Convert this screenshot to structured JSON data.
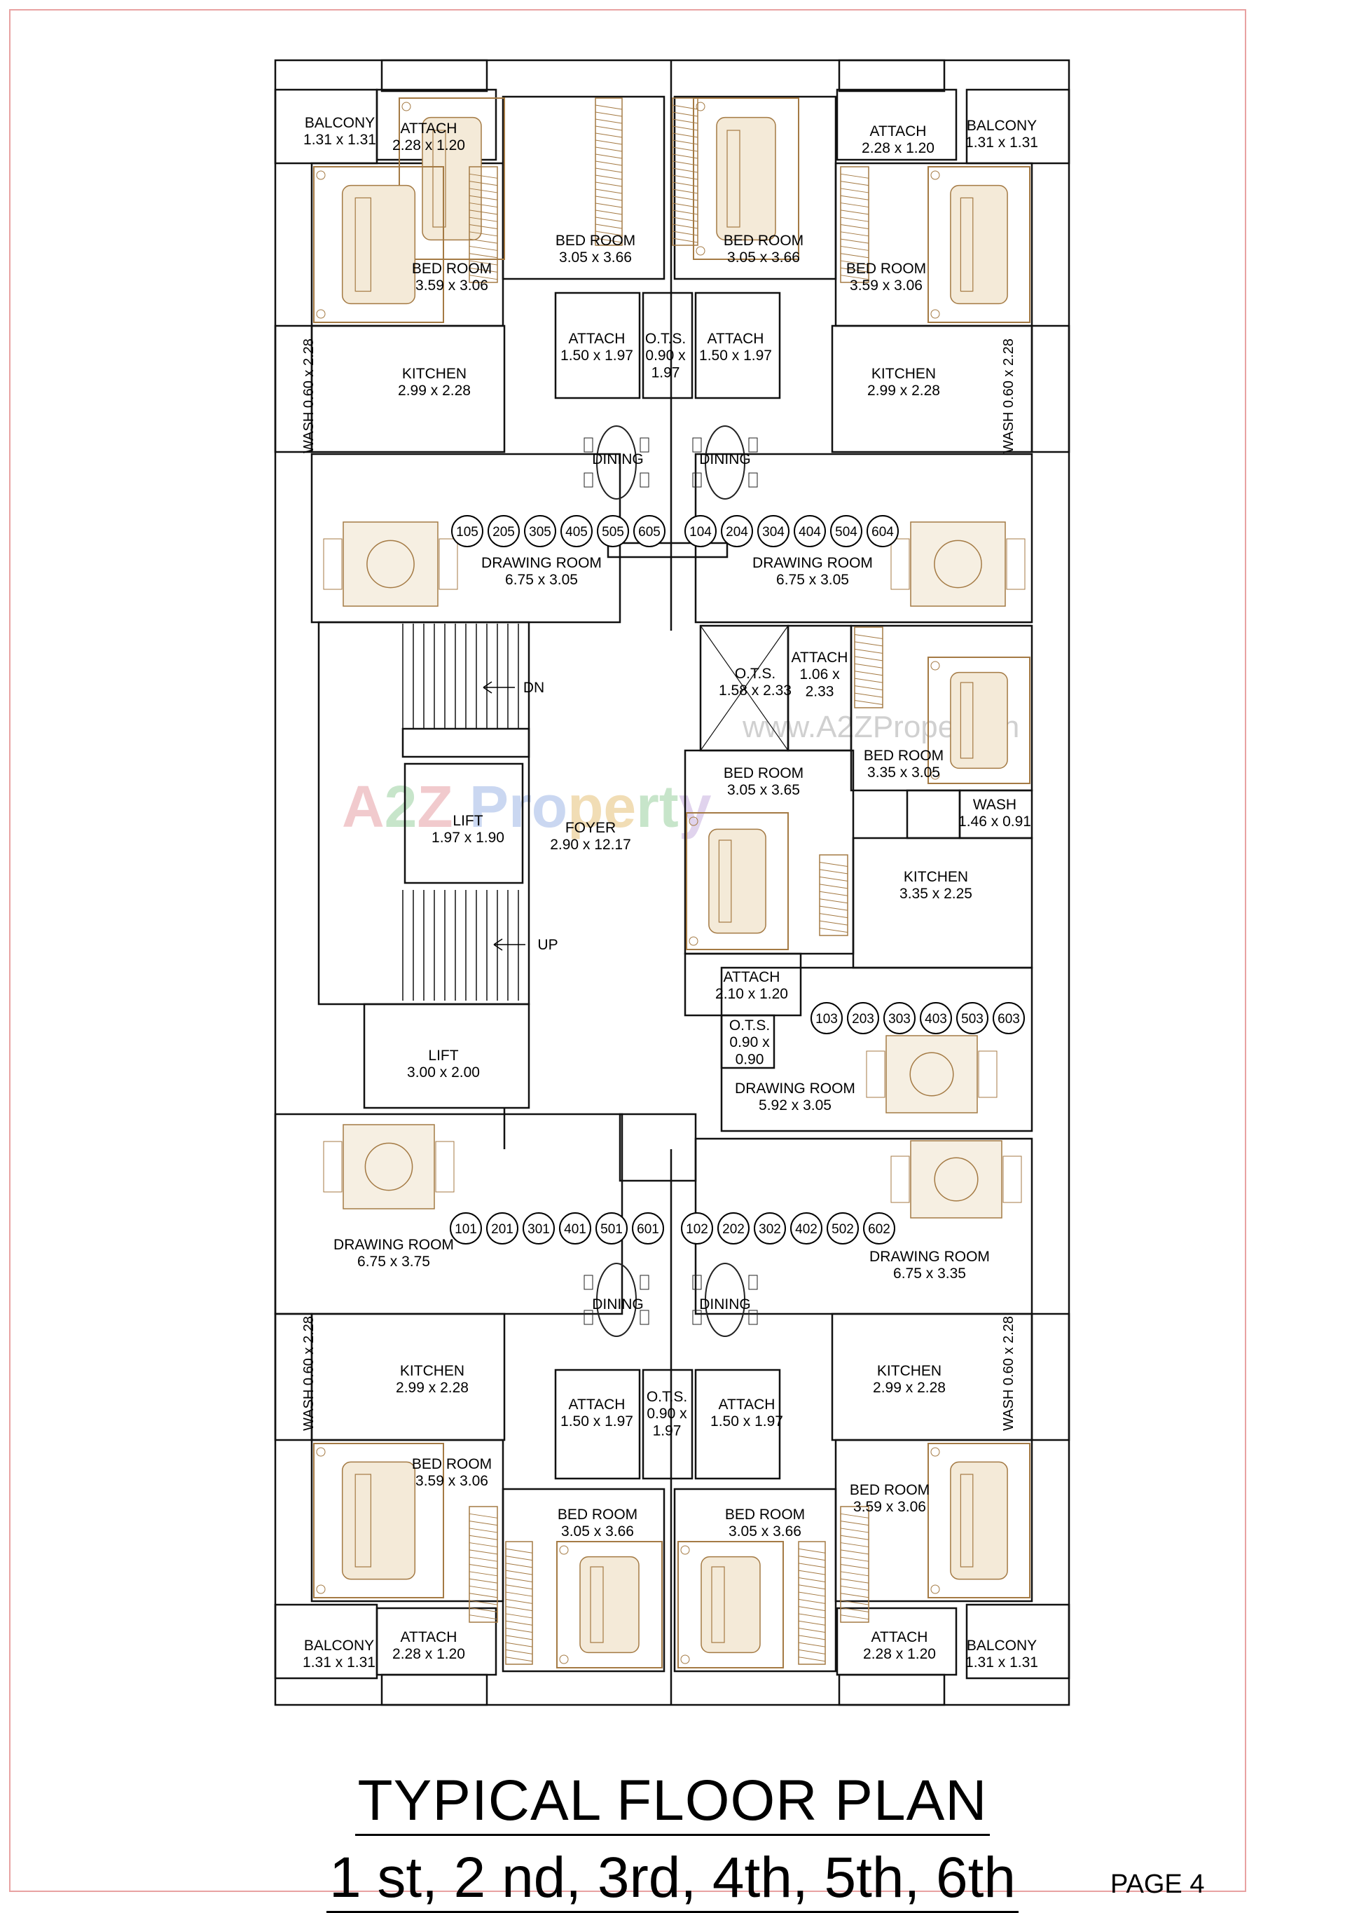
{
  "watermark": {
    "logo": "A2Z Property",
    "url": "www.A2ZProperty.in"
  },
  "rooms": {
    "balcony_tl": [
      "BALCONY",
      "1.31 x 1.31"
    ],
    "attach_tl": [
      "ATTACH",
      "2.28 x 1.20"
    ],
    "bed_tl_inner": [
      "BED ROOM",
      "3.05 x 3.66"
    ],
    "bed_tr_inner": [
      "BED ROOM",
      "3.05 x 3.66"
    ],
    "attach_tr": [
      "ATTACH",
      "2.28 x 1.20"
    ],
    "balcony_tr": [
      "BALCONY",
      "1.31 x 1.31"
    ],
    "bed_tl": [
      "BED ROOM",
      "3.59 x 3.06"
    ],
    "bed_tr": [
      "BED ROOM",
      "3.59 x 3.06"
    ],
    "attach_tml": [
      "ATTACH",
      "1.50 x 1.97"
    ],
    "ots_top": [
      "O.T.S.",
      "0.90 x",
      "1.97"
    ],
    "attach_tmr": [
      "ATTACH",
      "1.50 x 1.97"
    ],
    "wash_tl": "WASH 0.60 x 2.28",
    "kitchen_tl": [
      "KITCHEN",
      "2.99 x 2.28"
    ],
    "kitchen_tr": [
      "KITCHEN",
      "2.99 x 2.28"
    ],
    "wash_tr": "WASH 0.60 x 2.28",
    "dining_tl": "DINING",
    "dining_tr": "DINING",
    "drawing_tl": [
      "DRAWING ROOM",
      "6.75 x 3.05"
    ],
    "drawing_tr": [
      "DRAWING ROOM",
      "6.75 x 3.05"
    ],
    "dn": "DN",
    "up": "UP",
    "ots_mid": [
      "O.T.S.",
      "1.58 x 2.33"
    ],
    "attach_mid": [
      "ATTACH",
      "1.06 x",
      "2.33"
    ],
    "bed_mr": [
      "BED ROOM",
      "3.35 x 3.05"
    ],
    "lift_small": [
      "LIFT",
      "1.97 x 1.90"
    ],
    "foyer": [
      "FOYER",
      "2.90 x 12.17"
    ],
    "bed_mc": [
      "BED ROOM",
      "3.05 x 3.65"
    ],
    "wash_mr": [
      "WASH",
      "1.46 x 0.91"
    ],
    "kitchen_mr": [
      "KITCHEN",
      "3.35 x 2.25"
    ],
    "attach_mc": [
      "ATTACH",
      "2.10 x 1.20"
    ],
    "ots_small": [
      "O.T.S.",
      "0.90 x",
      "0.90"
    ],
    "lift_big": [
      "LIFT",
      "3.00 x 2.00"
    ],
    "drawing_mr": [
      "DRAWING ROOM",
      "5.92 x 3.05"
    ],
    "drawing_bl": [
      "DRAWING ROOM",
      "6.75 x 3.75"
    ],
    "drawing_br": [
      "DRAWING ROOM",
      "6.75 x 3.35"
    ],
    "dining_bl": "DINING",
    "dining_br": "DINING",
    "wash_bl": "WASH 0.60 x 2.28",
    "kitchen_bl": [
      "KITCHEN",
      "2.99 x 2.28"
    ],
    "kitchen_br": [
      "KITCHEN",
      "2.99 x 2.28"
    ],
    "wash_br": "WASH 0.60 x 2.28",
    "attach_bml": [
      "ATTACH",
      "1.50 x 1.97"
    ],
    "ots_bot": [
      "O.T.S.",
      "0.90 x",
      "1.97"
    ],
    "attach_bmr": [
      "ATTACH",
      "1.50 x 1.97"
    ],
    "bed_bl": [
      "BED ROOM",
      "3.59 x 3.06"
    ],
    "bed_br": [
      "BED ROOM",
      "3.59 x 3.06"
    ],
    "bed_bl_inner": [
      "BED ROOM",
      "3.05 x 3.66"
    ],
    "bed_br_inner": [
      "BED ROOM",
      "3.05 x 3.66"
    ],
    "balcony_bl": [
      "BALCONY",
      "1.31 x 1.31"
    ],
    "attach_bl": [
      "ATTACH",
      "2.28 x 1.20"
    ],
    "attach_br": [
      "ATTACH",
      "2.28 x 1.20"
    ],
    "balcony_br": [
      "BALCONY",
      "1.31 x 1.31"
    ]
  },
  "flat_numbers": {
    "left_top": [
      "105",
      "205",
      "305",
      "405",
      "505",
      "605"
    ],
    "right_top": [
      "104",
      "204",
      "304",
      "404",
      "504",
      "604"
    ],
    "mid_right": [
      "103",
      "203",
      "303",
      "403",
      "503",
      "603"
    ],
    "left_bottom": [
      "101",
      "201",
      "301",
      "401",
      "501",
      "601"
    ],
    "right_bottom": [
      "102",
      "202",
      "302",
      "402",
      "502",
      "602"
    ]
  },
  "title": "TYPICAL FLOOR PLAN",
  "subtitle": "1 st, 2 nd, 3rd, 4th, 5th, 6th",
  "page_label": "PAGE 4"
}
